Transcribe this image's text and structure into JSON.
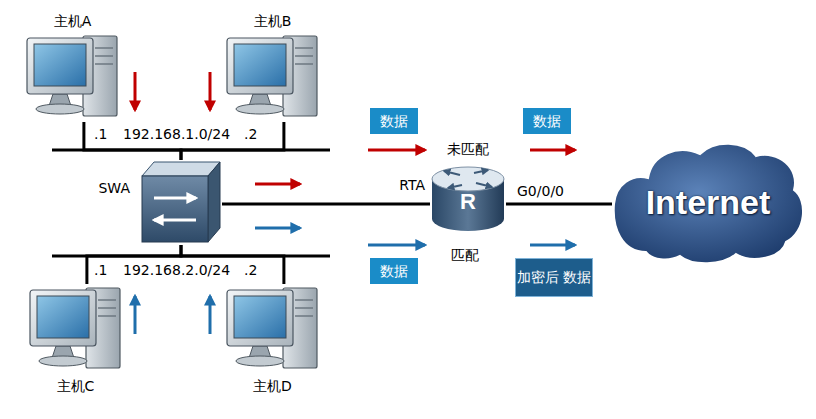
{
  "diagram": {
    "nodes": [
      {
        "text": [
          "主机A"
        ]
      },
      {
        "text": [
          "主机B"
        ]
      },
      {
        "text": [
          "数据"
        ]
      },
      {
        "text": [
          "数据"
        ]
      },
      {
        "text": [
          "SWA"
        ]
      },
      {
        "text": [
          "RTA",
          "R"
        ]
      },
      {
        "text": [
          "Internet"
        ]
      },
      {
        "text": [
          "数据"
        ]
      },
      {
        "text": [
          "加密后 数据"
        ]
      },
      {
        "text": [
          "主机C"
        ]
      },
      {
        "text": [
          "主机D"
        ]
      }
    ],
    "edges": [
      {
        "from": 0,
        "to": 4,
        "arrow": "none"
      },
      {
        "from": 1,
        "to": 4,
        "arrow": "none"
      },
      {
        "from": 9,
        "to": 4,
        "arrow": "none"
      },
      {
        "from": 10,
        "to": 4,
        "arrow": "none"
      },
      {
        "from": 4,
        "to": 5,
        "arrow": "none"
      },
      {
        "from": 5,
        "to": 6,
        "arrow": "none",
        "label": "G0/0/0"
      }
    ],
    "labels": [
      ".1",
      "192.168.1.0/24",
      ".2",
      "未匹配",
      "匹配",
      ".1",
      "192.168.2.0/24",
      ".2"
    ]
  }
}
